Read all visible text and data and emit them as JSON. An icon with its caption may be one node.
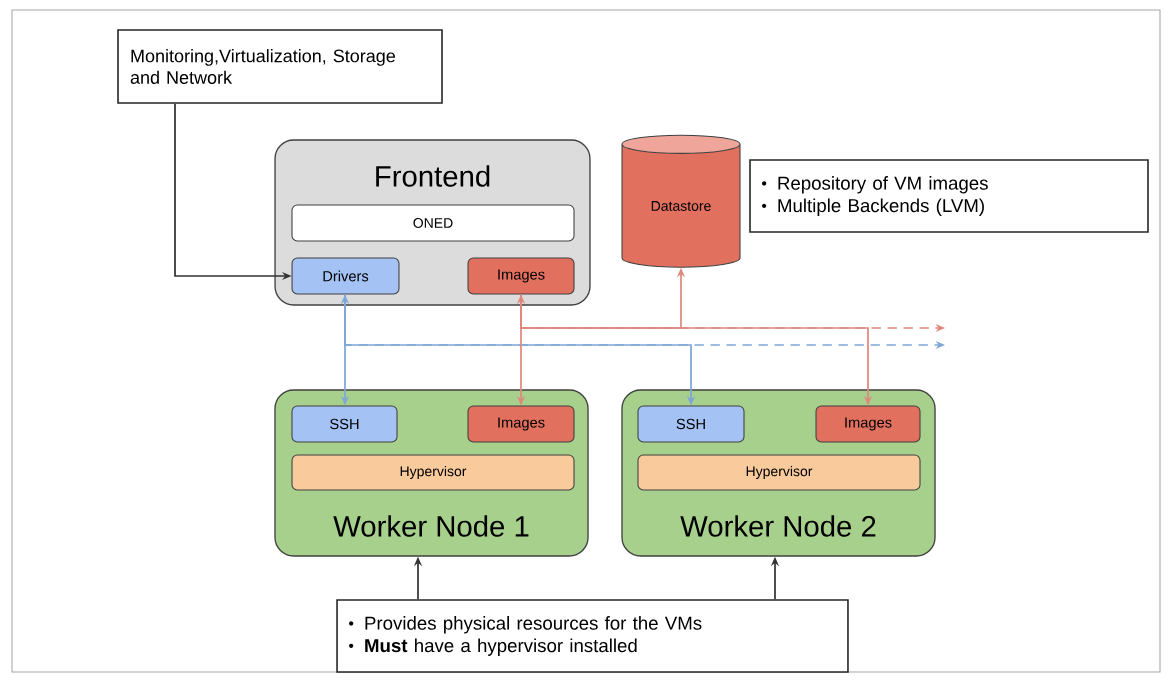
{
  "diagram": {
    "nodes": [
      {
        "text": [
          "Monitoring,Virtualization, Storage and Network"
        ]
      },
      {
        "text": [
          "Frontend"
        ]
      },
      {
        "text": [
          "ONED"
        ],
        "in": 1
      },
      {
        "text": [
          "Drivers"
        ],
        "in": 1
      },
      {
        "text": [
          "Images"
        ],
        "in": 1
      },
      {
        "text": [
          "Datastore"
        ]
      },
      {
        "text": [
          "Repository of VM images",
          "Multiple Backends (LVM)"
        ]
      },
      {
        "text": [
          "Worker Node 1"
        ]
      },
      {
        "text": [
          "SSH"
        ],
        "in": 7
      },
      {
        "text": [
          "Images"
        ],
        "in": 7
      },
      {
        "text": [
          "Hypervisor"
        ],
        "in": 7
      },
      {
        "text": [
          "Worker Node 2"
        ]
      },
      {
        "text": [
          "SSH"
        ],
        "in": 11
      },
      {
        "text": [
          "Images"
        ],
        "in": 11
      },
      {
        "text": [
          "Hypervisor"
        ],
        "in": 11
      },
      {
        "text": [
          "Provides physical resources for the VMs",
          "**Must** have a hypervisor installed"
        ]
      }
    ],
    "edges": [
      {
        "from": 0,
        "to": 3,
        "arrow": "to",
        "color": "#333333"
      },
      {
        "from": 3,
        "to": 8,
        "arrow": "both",
        "color": "#7ea6d6"
      },
      {
        "from": 3,
        "to": 12,
        "arrow": "to",
        "color": "#7ea6d6"
      },
      {
        "from": 3,
        "to": null,
        "arrow": "to",
        "style": "dashed",
        "color": "#7ea6d6"
      },
      {
        "from": 4,
        "to": 9,
        "arrow": "both",
        "color": "#e0877c"
      },
      {
        "from": 4,
        "to": 5,
        "arrow": "to",
        "color": "#e0877c"
      },
      {
        "from": 4,
        "to": 13,
        "arrow": "to",
        "color": "#e0877c"
      },
      {
        "from": 4,
        "to": null,
        "arrow": "to",
        "style": "dashed",
        "color": "#e0877c"
      },
      {
        "from": 15,
        "to": 7,
        "arrow": "to",
        "color": "#333333"
      },
      {
        "from": 15,
        "to": 11,
        "arrow": "to",
        "color": "#333333"
      }
    ]
  }
}
